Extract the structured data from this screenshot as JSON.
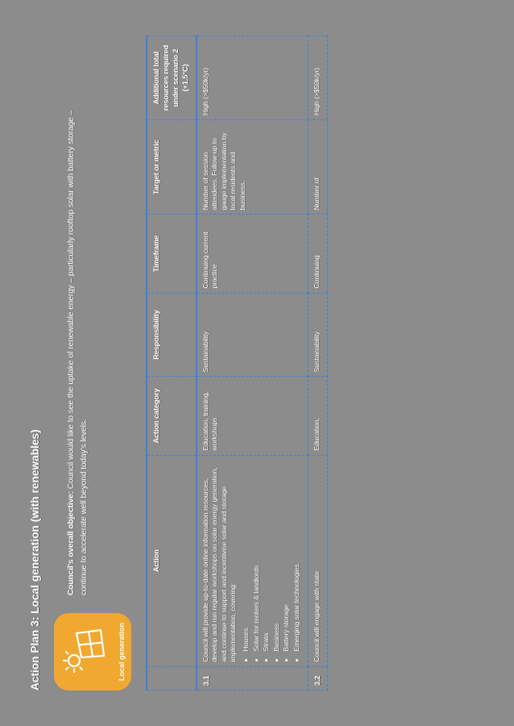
{
  "document": {
    "title": "Action Plan 3: Local generation (with renewables)",
    "badge": {
      "label": "Local generation",
      "icon": "solar-panel-sun-icon",
      "color": "#f0a830"
    },
    "objective": {
      "lead": "Council's overall objective:",
      "text": " Council would like to see the uptake of renewable energy – particularly rooftop solar with battery storage – continue to accelerate well beyond today's levels."
    }
  },
  "table": {
    "headers": {
      "id": "",
      "action": "Action",
      "category": "Action category",
      "responsibility": "Responsibility",
      "timeframe": "Timeframe",
      "target": "Target or metric",
      "resources": "Additional total resources required under scenario 2 (+1.5°C)"
    },
    "rows": [
      {
        "id": "3.1",
        "action_text": "Council will provide up-to-date online information resources, develop and run regular workshops on solar energy generation, and continue to support and incentivise solar and storage implementation, covering:",
        "action_bullets": [
          "Houses",
          "Solar for renters & landlords",
          "Strata",
          "Business",
          "Battery storage",
          "Emerging solar technologies"
        ],
        "category": "Education, training, workshops",
        "responsibility": "Sustainability",
        "timeframe": "Continuing current practice",
        "target": "Number of session attendees. Follow-up to gauge implementation by local residents and business.",
        "resources": "High (>$50k/yr)"
      },
      {
        "id": "3.2",
        "action_text": "Council will engage with state",
        "action_bullets": [],
        "category": "Education,",
        "responsibility": "Sustainability",
        "timeframe": "Continuing",
        "target": "Number of",
        "resources": "High (>$50k/yr)"
      }
    ]
  }
}
